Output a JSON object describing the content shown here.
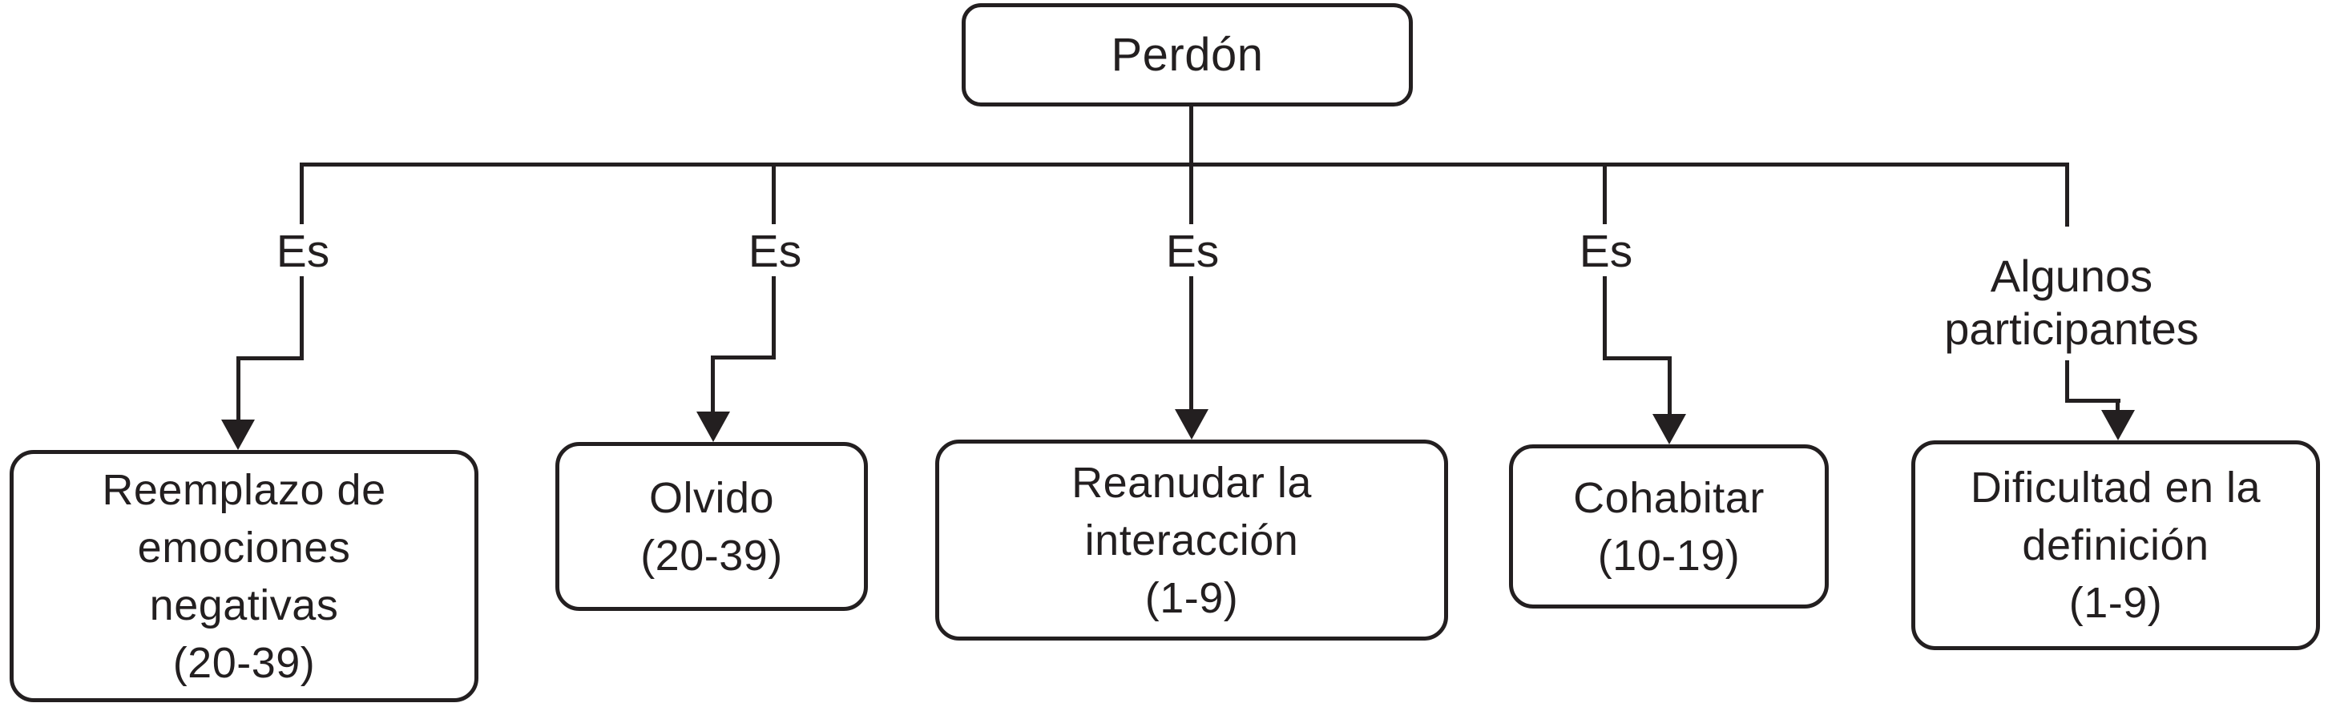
{
  "diagram_title": "Perdón concept map",
  "colors": {
    "stroke": "#231f20",
    "background": "#ffffff"
  },
  "root": {
    "label": "Perdón"
  },
  "branches": [
    {
      "edge_label": [
        "Es"
      ],
      "node": [
        "Reemplazo de",
        "emociones",
        "negativas",
        "(20-39)"
      ]
    },
    {
      "edge_label": [
        "Es"
      ],
      "node": [
        "Olvido",
        "(20-39)"
      ]
    },
    {
      "edge_label": [
        "Es"
      ],
      "node": [
        "Reanudar la",
        "interacción",
        "(1-9)"
      ]
    },
    {
      "edge_label": [
        "Es"
      ],
      "node": [
        "Cohabitar",
        "(10-19)"
      ]
    },
    {
      "edge_label": [
        "Algunos",
        "participantes"
      ],
      "node": [
        "Dificultad en la",
        "definición",
        "(1-9)"
      ]
    }
  ]
}
